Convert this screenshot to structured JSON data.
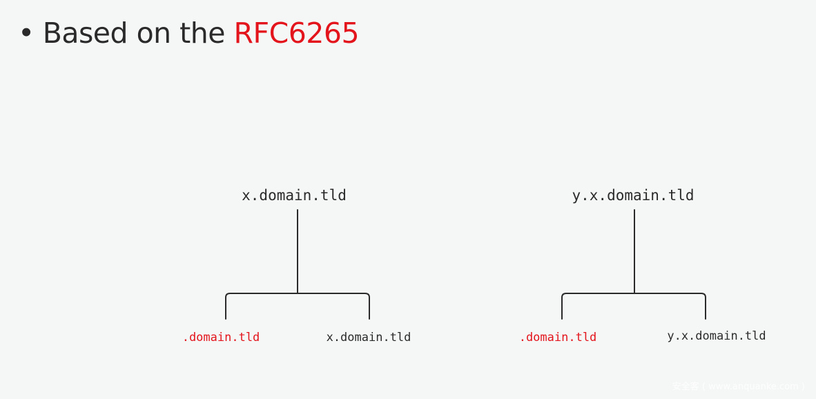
{
  "heading": {
    "bullet": "•",
    "text": "Based on the ",
    "highlight": "RFC6265"
  },
  "trees": [
    {
      "root": "x.domain.tld",
      "left_leaf": ".domain.tld",
      "right_leaf": "x.domain.tld"
    },
    {
      "root": "y.x.domain.tld",
      "left_leaf": ".domain.tld",
      "right_leaf": "y.x.domain.tld"
    }
  ],
  "colors": {
    "text": "#2a2a2a",
    "accent": "#e3141b",
    "background": "#f5f7f6"
  },
  "watermark": "安全客 ( www.anquanke.com )"
}
